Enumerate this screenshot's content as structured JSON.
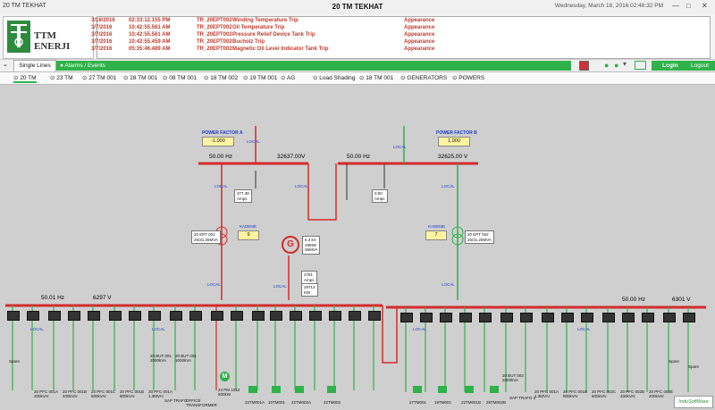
{
  "window": {
    "small_title": "20 TM TEKHAT",
    "title": "20 TM TEKHAT",
    "datetime": "Wednesday, March 16, 2016 02:48:32 PM"
  },
  "brand": {
    "name": "TTM ENERJI"
  },
  "alarms": [
    {
      "date": "3/16/2016",
      "time": "02:33:12.155 PM",
      "tag": "TR_20EPT002",
      "msg": "Winding Temperature Trip",
      "state": "Appearance"
    },
    {
      "date": "3/7/2016",
      "time": "10:42:55.561 AM",
      "tag": "TR_20EPT002",
      "msg": "Oil Temperature Trip",
      "state": "Appearance"
    },
    {
      "date": "3/7/2016",
      "time": "10:42:55.561 AM",
      "tag": "TR_20EPT002",
      "msg": "Pressure Relief Device Tank Trip",
      "state": "Appearance"
    },
    {
      "date": "3/7/2016",
      "time": "10:42:55.459 AM",
      "tag": "TR_20EPT002",
      "msg": "Bucholz Trip",
      "state": "Appearance"
    },
    {
      "date": "3/7/2016",
      "time": "05:35:46.489 AM",
      "tag": "TR_20EPT002",
      "msg": "Magnetic Oil Level Indicator Tank Trip",
      "state": "Appearance"
    }
  ],
  "tabs": {
    "single": "Single Lines",
    "alarms": "Alarms / Events",
    "login": "Login",
    "logout": "Logout"
  },
  "nav": [
    "20 TM",
    "23 TM",
    "27 TM 001",
    "28 TM 001",
    "08 TM 001",
    "18 TM 002",
    "19 TM 001",
    "AG",
    "Load Shading",
    "18 TM 001",
    "GENERATORS",
    "POWERS"
  ],
  "diagram": {
    "pf_a_title": "POWER FACTOR A",
    "pf_a_val": "-1.000",
    "pf_b_title": "POWER FACTOR B",
    "pf_b_val": "1.000",
    "busA_hz": "50.00   Hz",
    "busA_v": "32637.00V",
    "busB_hz": "50.00   Hz",
    "busB_v": "32625.00 V",
    "lowA_hz": "50.01   Hz",
    "lowA_v": "6297    V",
    "lowB_hz": "50.00   Hz",
    "lowB_v": "6301    V",
    "kademe": "KADEME",
    "kad_a": "9",
    "kad_b": "7",
    "trA": "20 EPT 001\n25/31.25MVA",
    "trB": "20 EPT 002\n25/31.25MVA",
    "gen_info": "6.3 kV\n29MW\n36MVA",
    "gen_meter1": "2781\nAmps",
    "gen_meter2": "29713\nKW",
    "meterA": "377.38\nAmps",
    "meterB": "0.00\nAmps",
    "local": "LOCAL",
    "spare": "Spare",
    "loadsA": [
      "20 PFC 001A\n200kVAr",
      "20 PFC 001B\n400kVAr",
      "20 PFC 001C\n600kVAr",
      "20 PFC 001B\n800kVAr",
      "20 PFC 001A\n1.3MVAr"
    ],
    "loadsB": [
      "20 PFC 001A\n1.3MVAr",
      "20 PFC 001B\n800kVAr",
      "20 PFC 002C\n600kVAr",
      "20 PFC 002D\n400kVAr",
      "20 PFC 002E\n200kVAr"
    ],
    "sap1": "SAP TRAFO",
    "office": "OFFICE\nTRANSFORMER",
    "sap2": "SAP TRAFO 2",
    "motor": "24 PM 1012\n500kW",
    "trafo_small1": "20 BUT 001\n2000kVA",
    "trafo_small2": "20 BUT 002\n2000kVA",
    "trafo_small3": "20 BUT 001\n1000kVA",
    "feedersA": [
      "22TM001A",
      "10TM001",
      "22TM002A",
      "22TM002"
    ],
    "feedersB": [
      "27TM001",
      "19TM001",
      "22TM001B",
      "28TM002B"
    ],
    "watermark": "InduSoftWare"
  },
  "colors": {
    "energized": "#d52b2b",
    "deenergized": "#2fb24a",
    "alarm": "#c0392b",
    "accent": "#2fb24a"
  }
}
